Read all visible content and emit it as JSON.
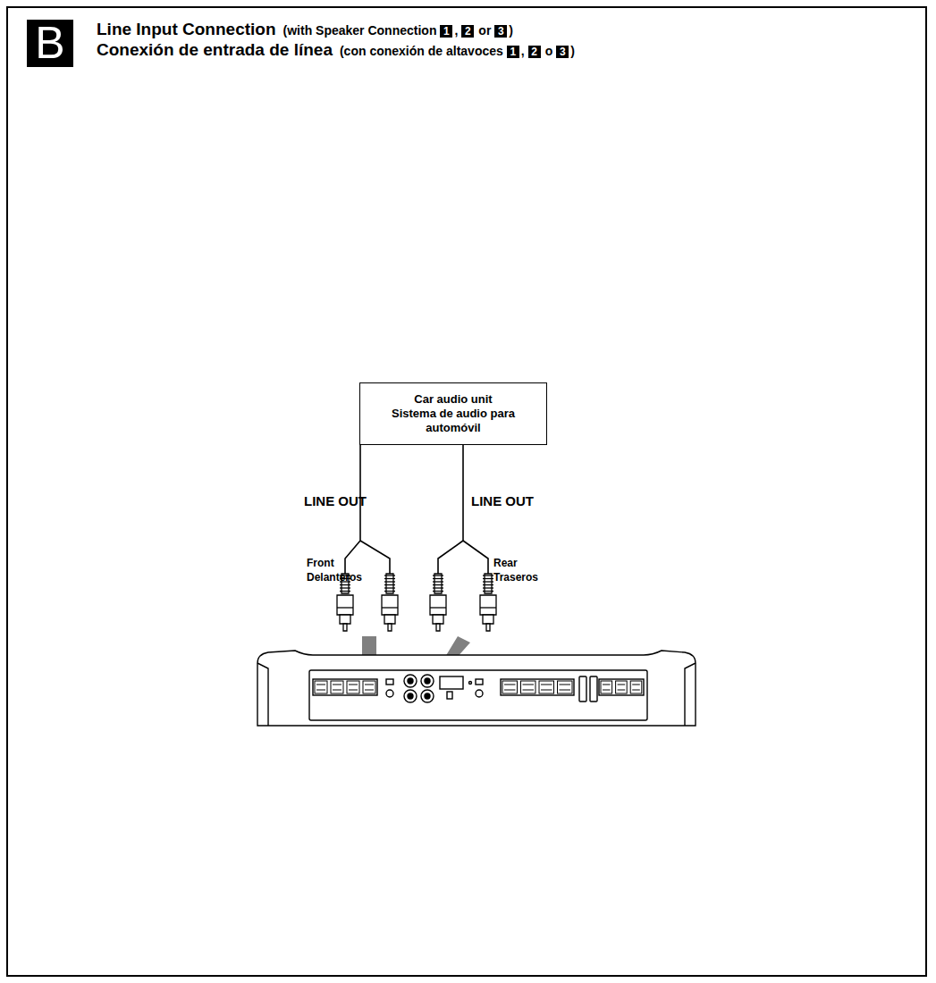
{
  "diagram": {
    "title": "Line Input Connection",
    "nodes": [
      {
        "text": [
          "Car audio unit",
          "Sistema de audio para automóvil"
        ]
      }
    ],
    "labels": [
      "B",
      "(with Speaker Connection",
      "1",
      ",",
      "2",
      "or",
      "3",
      ")",
      "Conexión de entrada de línea",
      "(con conexión de altavoces",
      "1",
      ",",
      "2",
      "o",
      "3",
      ")",
      "LINE OUT",
      "LINE OUT",
      "Front",
      "Delanteros",
      "Rear",
      "Traseros"
    ]
  }
}
